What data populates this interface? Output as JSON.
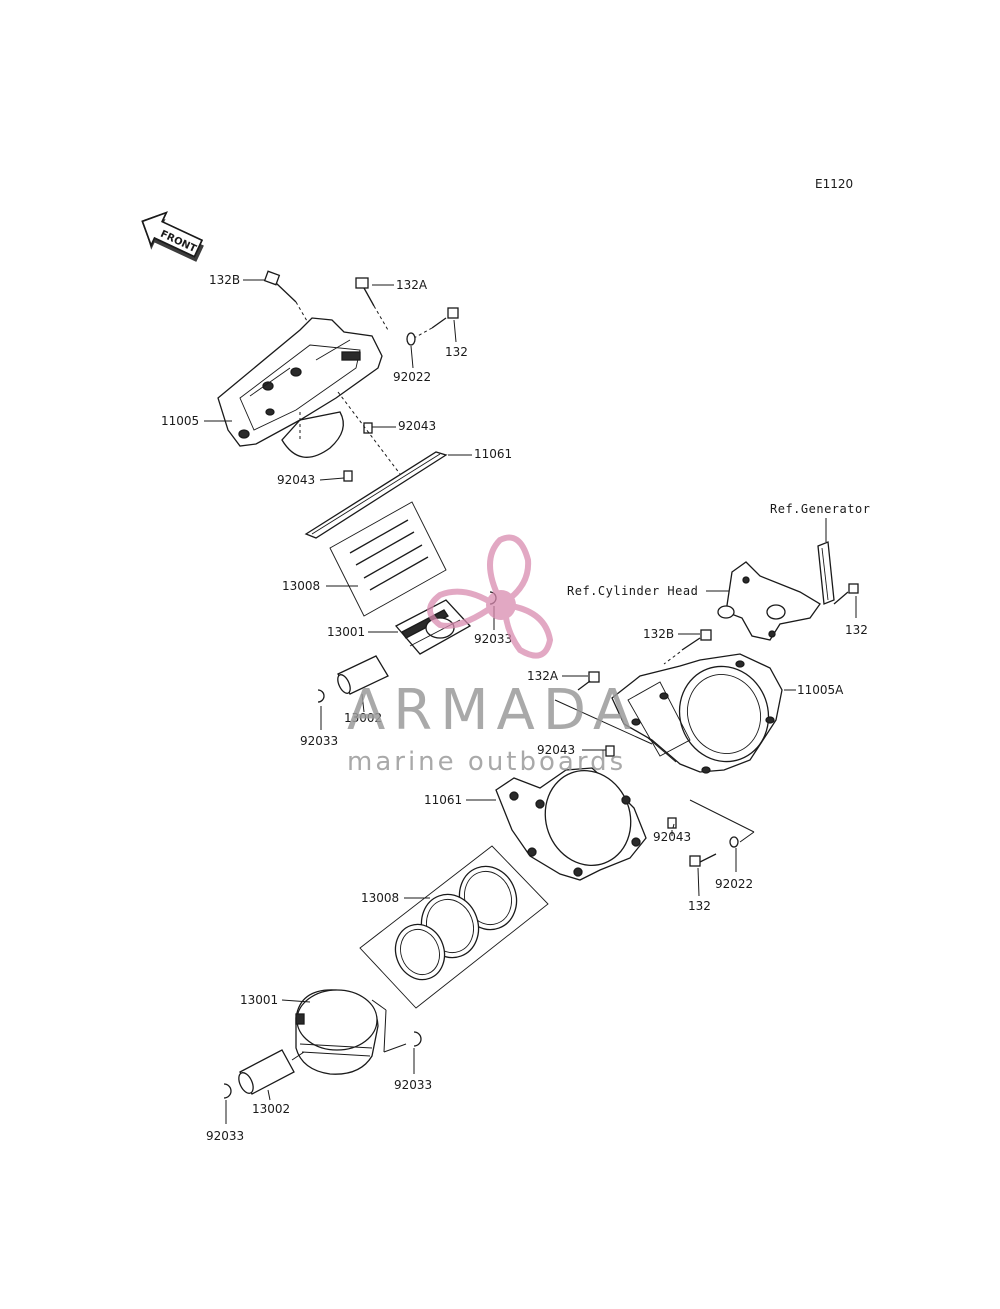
{
  "diagram_code": "E1120",
  "front_arrow_text": "FRONT",
  "labels": {
    "top_132B": "132B",
    "top_132A": "132A",
    "top_132": "132",
    "top_92022": "92022",
    "top_11005": "11005",
    "top_92043_r": "92043",
    "top_11061": "11061",
    "top_92043_l": "92043",
    "top_13008": "13008",
    "top_13001": "13001",
    "top_92033_r": "92033",
    "top_13002": "13002",
    "top_92033_l": "92033",
    "ref_generator": "Ref.Generator",
    "ref_cylinder_head": "Ref.Cylinder Head",
    "right_132": "132",
    "mid_132B": "132B",
    "mid_132A": "132A",
    "mid_11005A": "11005A",
    "mid_92043_l": "92043",
    "mid_11061": "11061",
    "mid_92043_r": "92043",
    "mid_92022": "92022",
    "mid_132": "132",
    "bot_13008": "13008",
    "bot_13001": "13001",
    "bot_92033_r": "92033",
    "bot_13002": "13002",
    "bot_92033_l": "92033"
  },
  "watermark": {
    "title": "ARMADA",
    "subtitle": "marine outboards",
    "color_text": "#9a9a9a",
    "color_logo": "#d98bb0"
  }
}
